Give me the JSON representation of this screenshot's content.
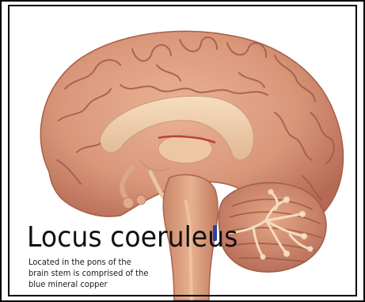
{
  "slide": {
    "title": "Locus coeruleus",
    "description_lines": [
      "Located in the pons of the",
      "brain stem is comprised of the",
      "blue mineral copper"
    ]
  },
  "colors": {
    "brain_base": "#d99a7c",
    "brain_shadow": "#b8705a",
    "brain_highlight": "#f0c0a4",
    "inner_structure": "#f1d4b4",
    "cerebellum": "#e8b48e",
    "locus_marker": "#2e3fa8",
    "text": "#111111",
    "frame": "#000000"
  }
}
